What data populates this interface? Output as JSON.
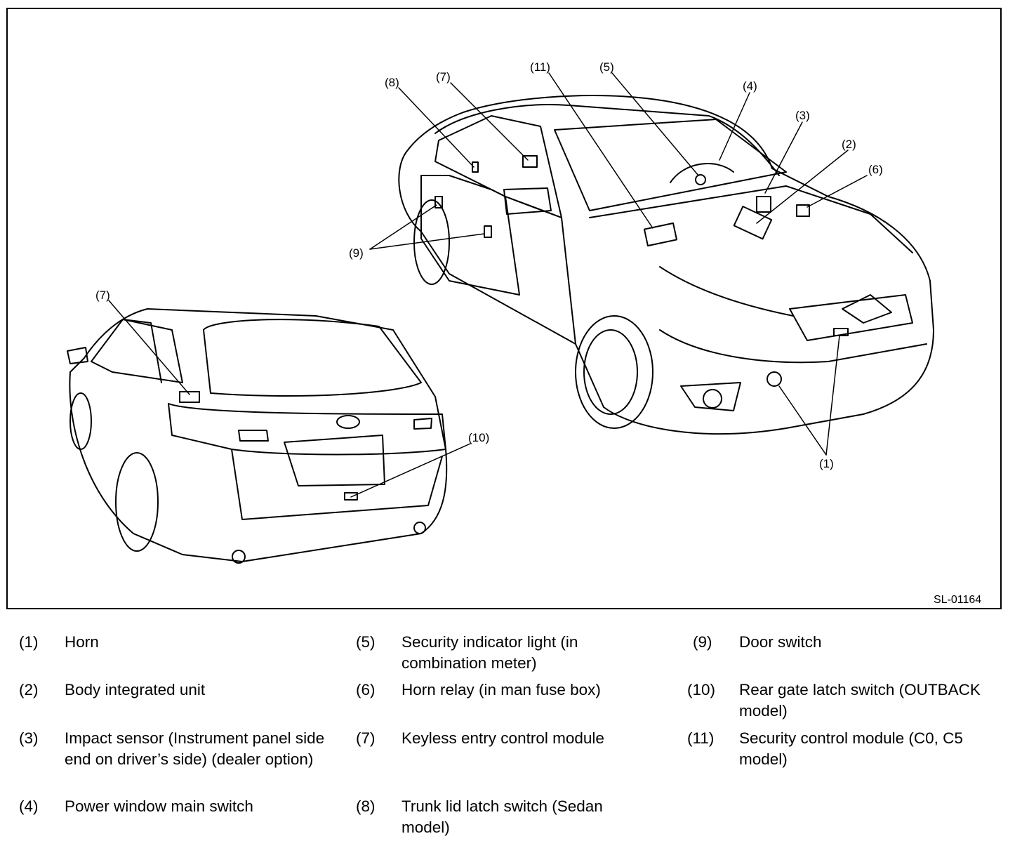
{
  "figure": {
    "id": "SL-01164",
    "callouts": [
      "(1)",
      "(2)",
      "(3)",
      "(4)",
      "(5)",
      "(6)",
      "(7)",
      "(8)",
      "(9)",
      "(10)",
      "(11)"
    ]
  },
  "legend": [
    {
      "num": "(1)",
      "text": "Horn"
    },
    {
      "num": "(2)",
      "text": "Body integrated unit"
    },
    {
      "num": "(3)",
      "text": "Impact sensor (Instrument panel side end on driver’s side) (dealer option)"
    },
    {
      "num": "(4)",
      "text": "Power window main switch"
    },
    {
      "num": "(5)",
      "text": "Security indicator light (in combination meter)"
    },
    {
      "num": "(6)",
      "text": "Horn relay (in man fuse box)"
    },
    {
      "num": "(7)",
      "text": "Keyless entry control module"
    },
    {
      "num": "(8)",
      "text": "Trunk lid latch switch (Sedan model)"
    },
    {
      "num": "(9)",
      "text": "Door switch"
    },
    {
      "num": "(10)",
      "text": "Rear gate latch switch (OUTBACK model)"
    },
    {
      "num": "(11)",
      "text": "Security control module (C0, C5 model)"
    }
  ]
}
